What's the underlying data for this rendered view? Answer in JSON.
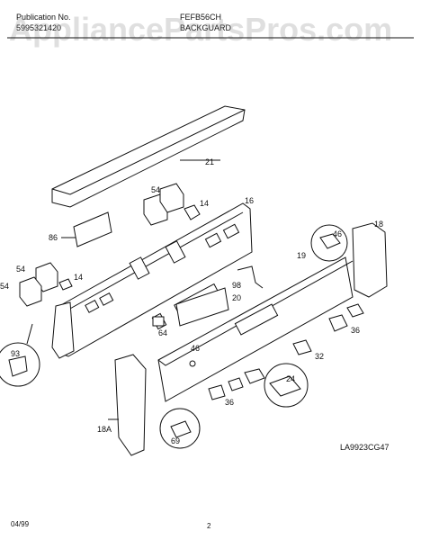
{
  "header": {
    "publication_label": "Publication No.",
    "publication_number": "5995321420",
    "model": "FEFB56CH",
    "section_title": "BACKGUARD"
  },
  "watermark": "AppliancePartsPros.com",
  "diagram_code": "LA9923CG47",
  "footer": {
    "date": "04/99",
    "page": "2"
  },
  "callouts": [
    "21",
    "54",
    "14",
    "16",
    "86",
    "54",
    "14",
    "54",
    "18",
    "46",
    "19",
    "98",
    "20",
    "64",
    "36",
    "93",
    "46",
    "32",
    "24",
    "36",
    "18A",
    "69"
  ]
}
